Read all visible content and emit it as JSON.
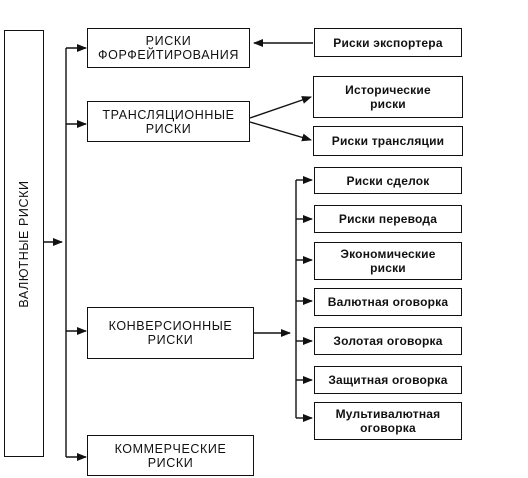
{
  "root": {
    "label": "ВАЛЮТНЫЕ РИСКИ"
  },
  "categories": {
    "forfeiting": "РИСКИ\nФОРФЕЙТИРОВАНИЯ",
    "translation": "ТРАНСЛЯЦИОННЫЕ\nРИСКИ",
    "conversion": "КОНВЕРСИОННЫЕ\nРИСКИ",
    "commercial": "КОММЕРЧЕСКИЕ\nРИСКИ"
  },
  "subtypes": {
    "exporter": "Риски экспортера",
    "historical": "Исторические\nриски",
    "translation_risks": "Риски трансляции",
    "deals": "Риски сделок",
    "transfer": "Риски перевода",
    "economic": "Экономические\nриски",
    "currency_clause": "Валютная оговорка",
    "gold_clause": "Золотая оговорка",
    "protective_clause": "Защитная оговорка",
    "multicurrency_clause": "Мультивалютная\nоговорка"
  }
}
